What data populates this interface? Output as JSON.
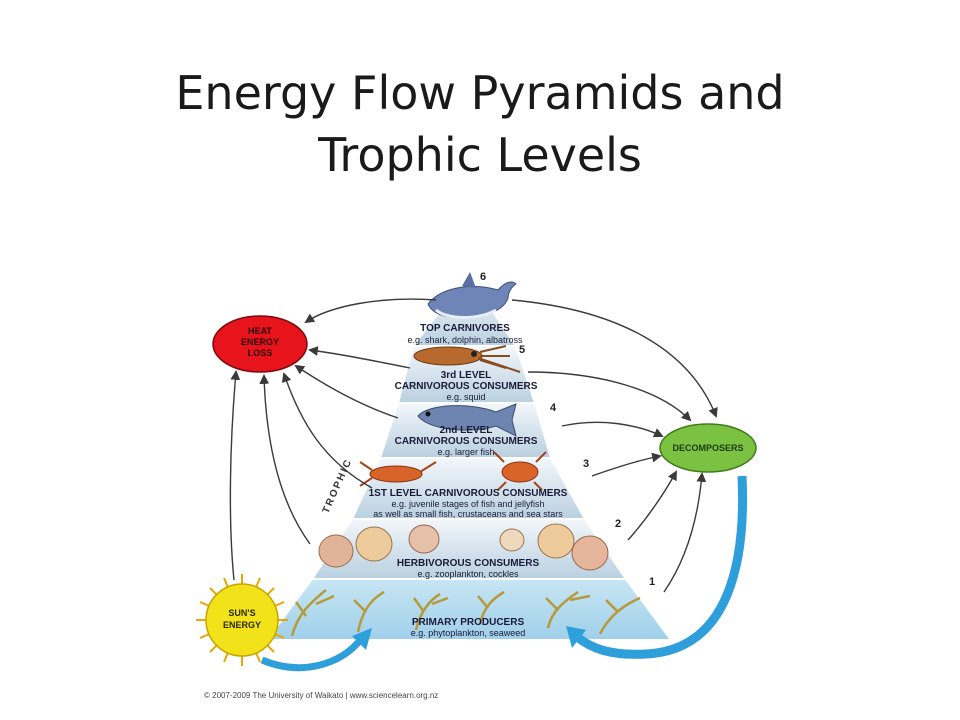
{
  "title": {
    "line1": "Energy Flow Pyramids and",
    "line2": "Trophic Levels"
  },
  "diagram": {
    "levels": [
      {
        "number": "1",
        "title": "PRIMARY PRODUCERS",
        "example": "e.g. phytoplankton, seaweed"
      },
      {
        "number": "2",
        "title": "HERBIVOROUS CONSUMERS",
        "example": "e.g. zooplankton, cockles"
      },
      {
        "number": "3",
        "title": "1ST LEVEL CARNIVOROUS CONSUMERS",
        "example": "e.g. juvenile stages of fish and jellyfish",
        "example2": "as well as small fish, crustaceans and sea stars"
      },
      {
        "number": "4",
        "title_line1": "2nd LEVEL",
        "title_line2": "CARNIVOROUS CONSUMERS",
        "example": "e.g. larger fish"
      },
      {
        "number": "5",
        "title_line1": "3rd LEVEL",
        "title_line2": "CARNIVOROUS CONSUMERS",
        "example": "e.g. squid"
      },
      {
        "number": "6",
        "title": "TOP CARNIVORES",
        "example": "e.g. shark, dolphin, albatross"
      }
    ],
    "heat": {
      "line1": "HEAT",
      "line2": "ENERGY",
      "line3": "LOSS"
    },
    "decomposers": "DECOMPOSERS",
    "sun": {
      "line1": "SUN'S",
      "line2": "ENERGY"
    },
    "trophic_label": "TROPHIC",
    "copyright": "© 2007-2009 The University of Waikato | www.sciencelearn.org.nz",
    "colors": {
      "heat_oval": "#e8141c",
      "decomposers_oval": "#7cc242",
      "sun": "#f2e21a",
      "pyramid_light": "#e9f1f7",
      "pyramid_dark": "#b9d0e0",
      "pyramid_base": "#b6dcef",
      "flow_arrow": "#2f9fdc"
    }
  }
}
